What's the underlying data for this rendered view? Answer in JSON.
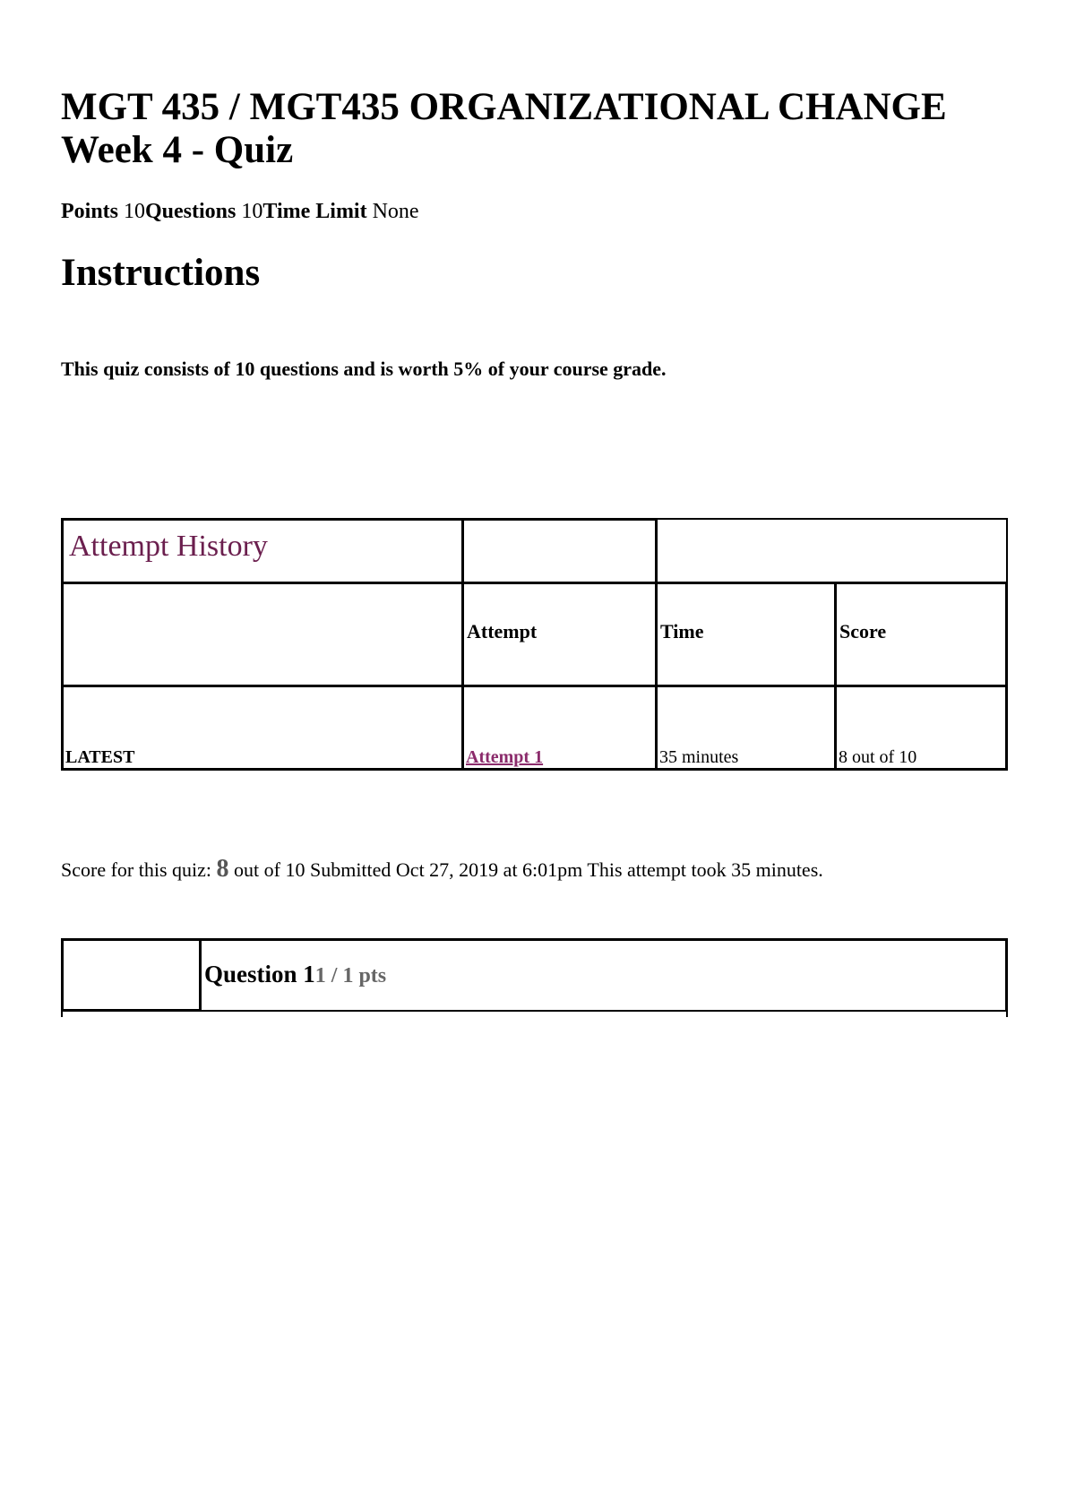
{
  "header": {
    "title_line1": "MGT 435 / MGT435 ORGANIZATIONAL CHANGE",
    "title_line2": "Week 4 - Quiz"
  },
  "meta": {
    "points_label": "Points",
    "points_value": "10",
    "questions_label": "Questions",
    "questions_value": "10",
    "time_limit_label": "Time Limit",
    "time_limit_value": "None"
  },
  "instructions": {
    "heading": "Instructions",
    "text": "This quiz consists of 10 questions and is worth 5% of your course grade."
  },
  "attempt_history": {
    "title": "Attempt History",
    "columns": [
      "Attempt",
      "Time",
      "Score"
    ],
    "rows": [
      {
        "label": "LATEST",
        "attempt": "Attempt 1",
        "time": "35 minutes",
        "score": "8 out of 10"
      }
    ]
  },
  "score_summary": {
    "prefix": "Score for this quiz:",
    "score": "8",
    "suffix": "out of 10 Submitted Oct 27, 2019 at 6:01pm This attempt took 35 minutes."
  },
  "question": {
    "title": "Question 1",
    "points": "1 / 1 pts"
  }
}
